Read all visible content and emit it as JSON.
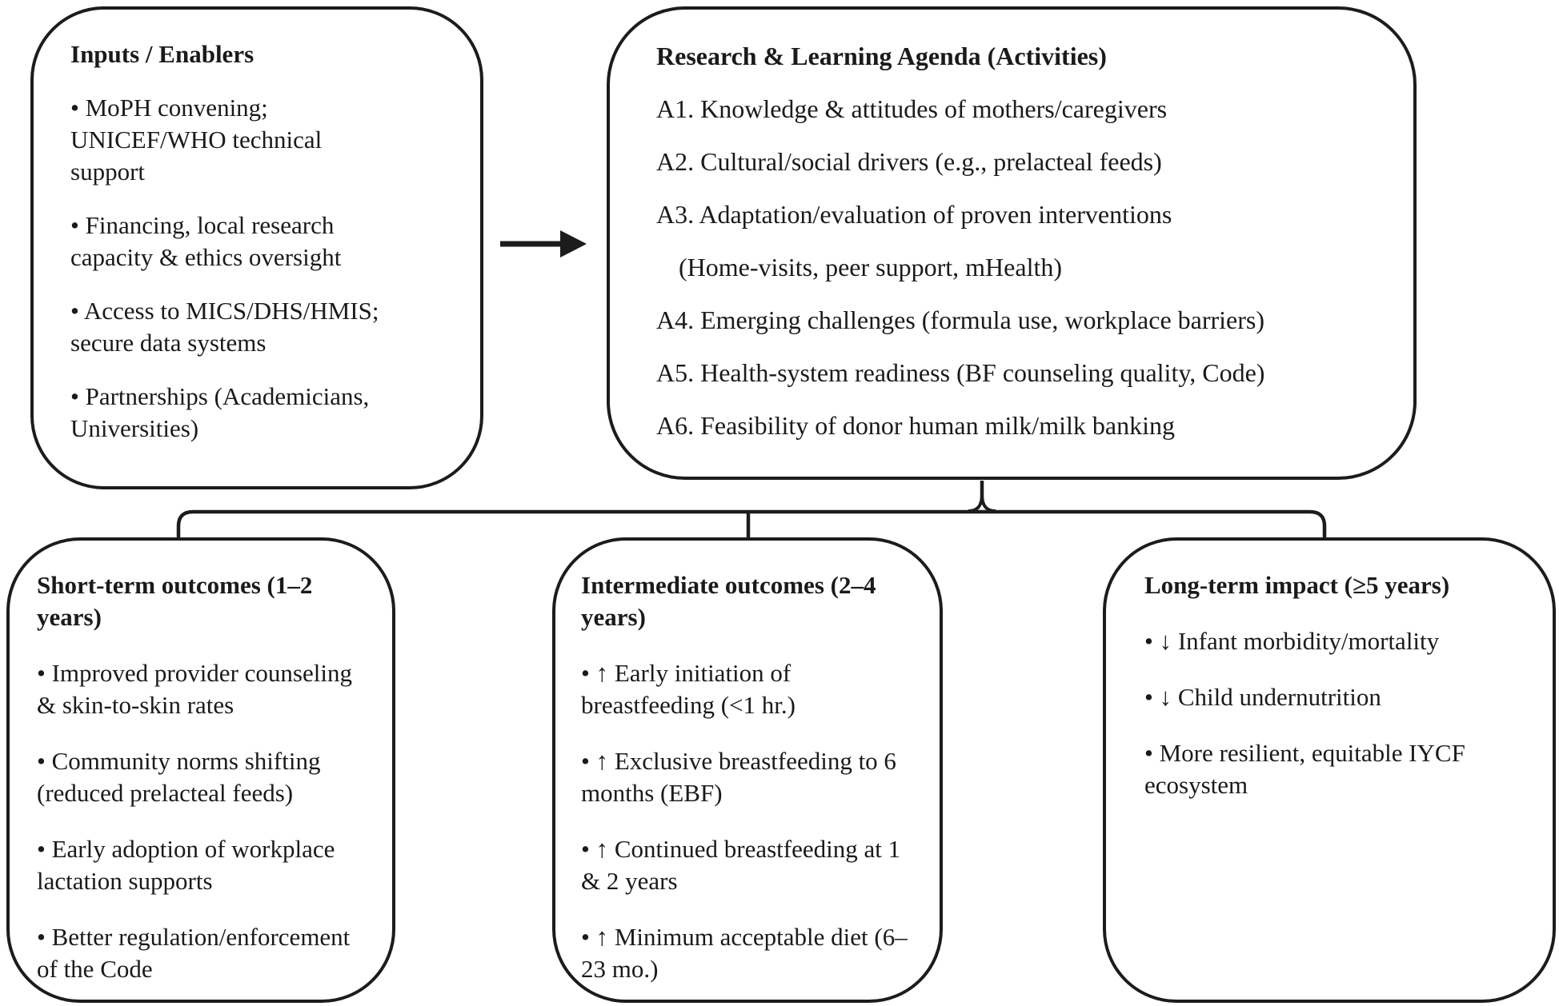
{
  "colors": {
    "line": "#1c1c1c",
    "text": "#1a1a1a",
    "background": "#ffffff"
  },
  "boxes": {
    "inputs": {
      "title": "Inputs / Enablers",
      "items": [
        "• MoPH convening;\nUNICEF/WHO technical\nsupport",
        "• Financing, local research\ncapacity & ethics oversight",
        "• Access to MICS/DHS/HMIS;\nsecure data systems",
        "• Partnerships (Academicians,\nUniversities)"
      ]
    },
    "research": {
      "title": "Research & Learning Agenda (Activities)",
      "items": [
        "A1. Knowledge & attitudes of mothers/caregivers",
        "A2. Cultural/social drivers (e.g., prelacteal feeds)",
        "A3. Adaptation/evaluation of proven interventions",
        "(Home-visits, peer support, mHealth)",
        "A4. Emerging challenges (formula use, workplace barriers)",
        "A5. Health-system readiness (BF counseling quality, Code)",
        "A6. Feasibility of donor human milk/milk banking"
      ]
    },
    "short_term": {
      "title": "Short-term outcomes (1–2\nyears)",
      "items": [
        "• Improved provider counseling\n& skin-to-skin rates",
        "• Community norms shifting\n(reduced prelacteal feeds)",
        "• Early adoption of workplace\nlactation supports",
        "• Better regulation/enforcement\nof the Code"
      ]
    },
    "intermediate": {
      "title": "Intermediate outcomes (2–4\nyears)",
      "items": [
        "• ↑ Early initiation of\nbreastfeeding (<1 hr.)",
        "• ↑ Exclusive breastfeeding to 6\nmonths (EBF)",
        "• ↑ Continued breastfeeding at 1\n& 2 years",
        "• ↑ Minimum acceptable diet (6–\n23 mo.)"
      ]
    },
    "long_term": {
      "title": "Long-term impact (≥5 years)",
      "items": [
        "• ↓ Infant morbidity/mortality",
        "• ↓ Child undernutrition",
        "• More resilient, equitable IYCF\necosystem"
      ]
    }
  }
}
